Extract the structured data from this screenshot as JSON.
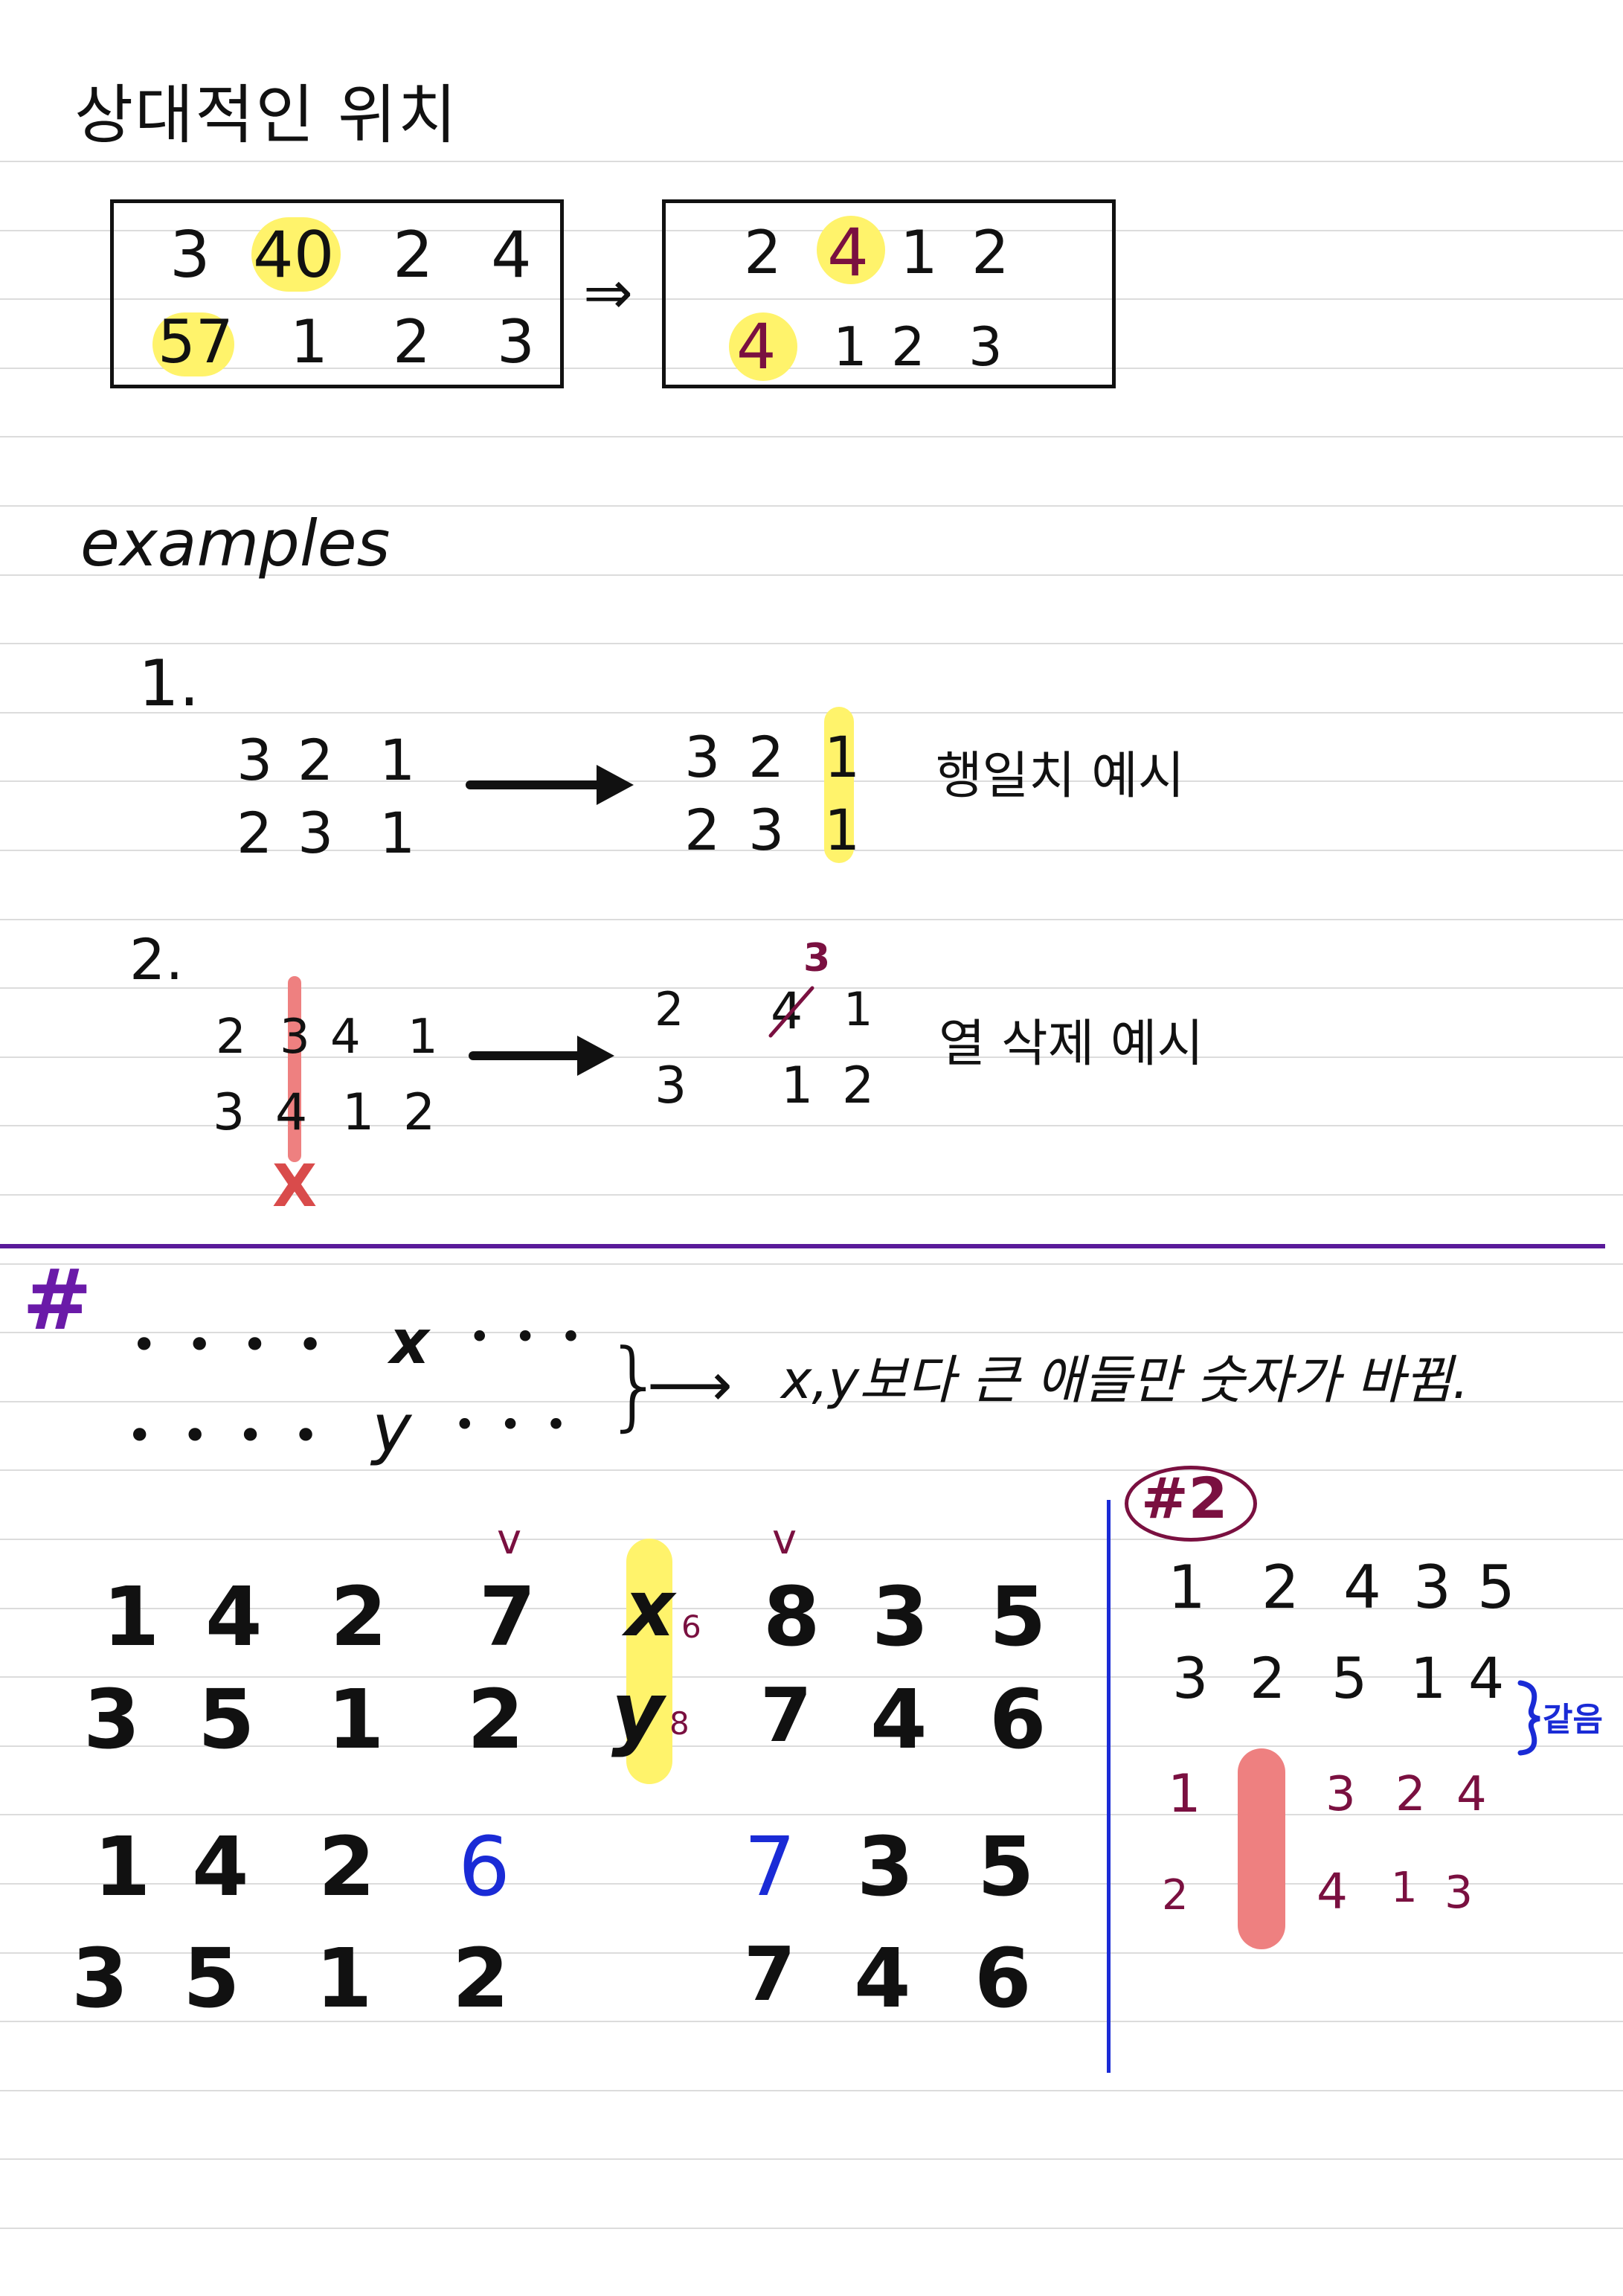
{
  "title": "상대적인 위치",
  "relative_position": {
    "left_box": {
      "row1": [
        "3",
        "40",
        "2",
        "4"
      ],
      "row2": [
        "57",
        "1",
        "2",
        "3"
      ]
    },
    "arrow": "⇒",
    "right_box": {
      "row1": [
        "2",
        "4",
        "1",
        "2"
      ],
      "row2": [
        "4",
        "1",
        "2",
        "3"
      ]
    }
  },
  "examples_heading": "examples",
  "example1": {
    "number": "1.",
    "before": {
      "row1": [
        "3",
        "2",
        "1"
      ],
      "row2": [
        "2",
        "3",
        "1"
      ]
    },
    "after": {
      "row1": [
        "3",
        "2",
        "1"
      ],
      "row2": [
        "2",
        "3",
        "1"
      ]
    },
    "caption": "행일치 예시"
  },
  "example2": {
    "number": "2.",
    "before": {
      "row1": [
        "2",
        "3",
        "4",
        "1"
      ],
      "row2": [
        "3",
        "4",
        "1",
        "2"
      ]
    },
    "cross_mark": "X",
    "after": {
      "row1": [
        "2",
        "4",
        "1"
      ],
      "row2": [
        "3",
        "1",
        "2"
      ]
    },
    "correction": "3",
    "caption": "열 삭제 예시"
  },
  "section2": {
    "hash": "#",
    "dots_row1_left": "• • • •",
    "dots_row1_var": "x",
    "dots_row1_right": "• • •",
    "dots_row2_left": "• • • •",
    "dots_row2_var": "y",
    "dots_row2_right": "• • •",
    "brace": "}",
    "arrow": "⟶",
    "note": "x,y보다 큰 애들만 숫자가 바뀜."
  },
  "big_example": {
    "top_row1": [
      "1",
      "4",
      "2",
      "7",
      "x",
      "8",
      "3",
      "5"
    ],
    "top_row2": [
      "3",
      "5",
      "1",
      "2",
      "y",
      "7",
      "4",
      "6"
    ],
    "check_marks": [
      "v",
      "v"
    ],
    "x_sub": "6",
    "y_sub": "8",
    "bottom_row1": [
      "1",
      "4",
      "2",
      "6",
      "7",
      "3",
      "5"
    ],
    "bottom_row2": [
      "3",
      "5",
      "1",
      "2",
      "7",
      "4",
      "6"
    ]
  },
  "side_example": {
    "label": "#2",
    "row1": [
      "1",
      "2",
      "4",
      "3",
      "5"
    ],
    "row2": [
      "3",
      "2",
      "5",
      "1",
      "4"
    ],
    "same_note": "같음",
    "left_col": [
      "1",
      "2"
    ],
    "right_row1": [
      "3",
      "2",
      "4"
    ],
    "right_row2": [
      "4",
      "1",
      "3"
    ]
  }
}
